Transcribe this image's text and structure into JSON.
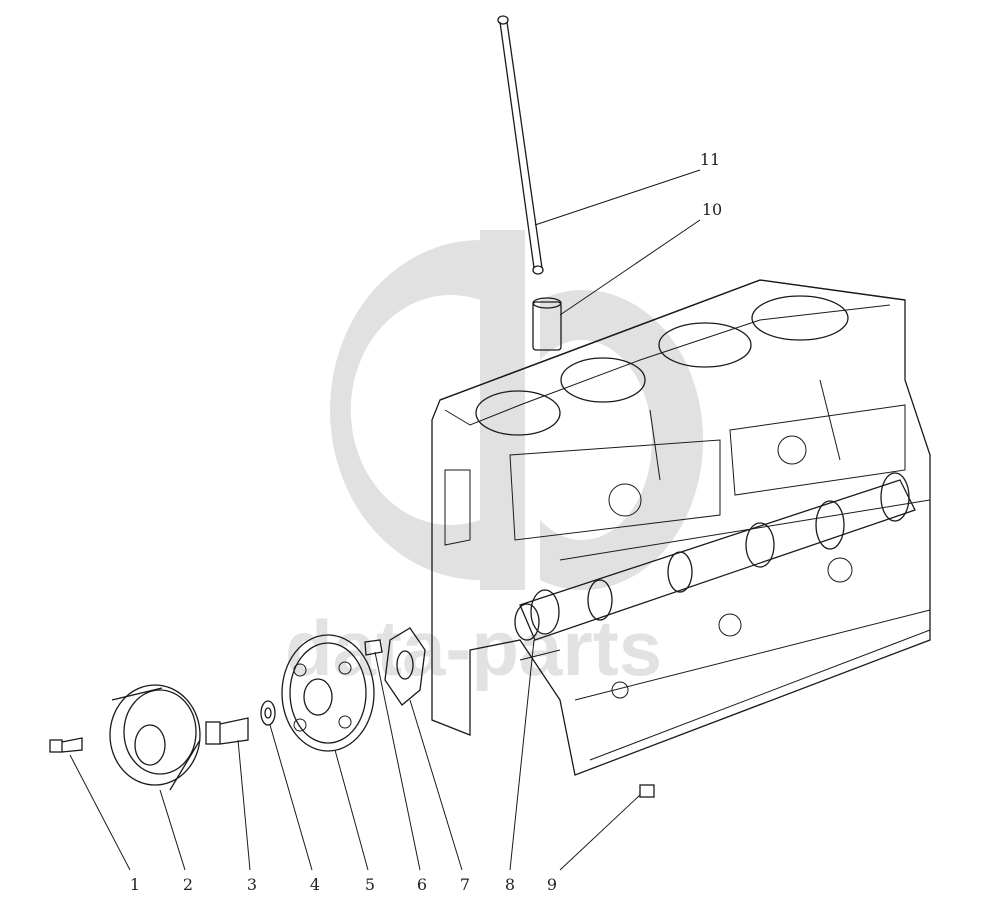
{
  "diagram": {
    "watermark": "data-parts",
    "callouts": [
      {
        "id": "1",
        "label": "1"
      },
      {
        "id": "2",
        "label": "2"
      },
      {
        "id": "3",
        "label": "3"
      },
      {
        "id": "4",
        "label": "4"
      },
      {
        "id": "5",
        "label": "5"
      },
      {
        "id": "6",
        "label": "6"
      },
      {
        "id": "7",
        "label": "7"
      },
      {
        "id": "8",
        "label": "8"
      },
      {
        "id": "9",
        "label": "9"
      },
      {
        "id": "10",
        "label": "10"
      },
      {
        "id": "11",
        "label": "11"
      }
    ]
  }
}
